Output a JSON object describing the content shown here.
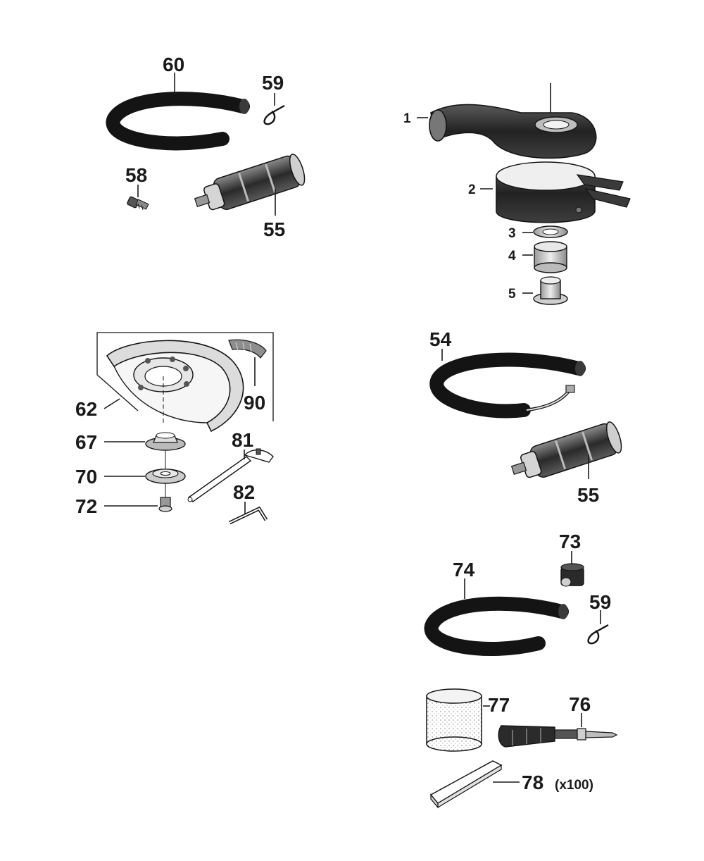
{
  "colors": {
    "ink": "#141414",
    "dark_part": "#2b2b2b",
    "mid_part": "#6e6e6e",
    "light_part": "#d9d9d9",
    "background": "#ffffff"
  },
  "parts": {
    "p60": "60",
    "p59a": "59",
    "p58": "58",
    "p55a": "55",
    "p1": "1",
    "p2": "2",
    "p3": "3",
    "p4": "4",
    "p5": "5",
    "p62": "62",
    "p90": "90",
    "p67": "67",
    "p81": "81",
    "p70": "70",
    "p82": "82",
    "p72": "72",
    "p54": "54",
    "p55b": "55",
    "p73": "73",
    "p74": "74",
    "p59b": "59",
    "p77": "77",
    "p76": "76",
    "p78": "78",
    "p78_qty": "(x100)"
  }
}
